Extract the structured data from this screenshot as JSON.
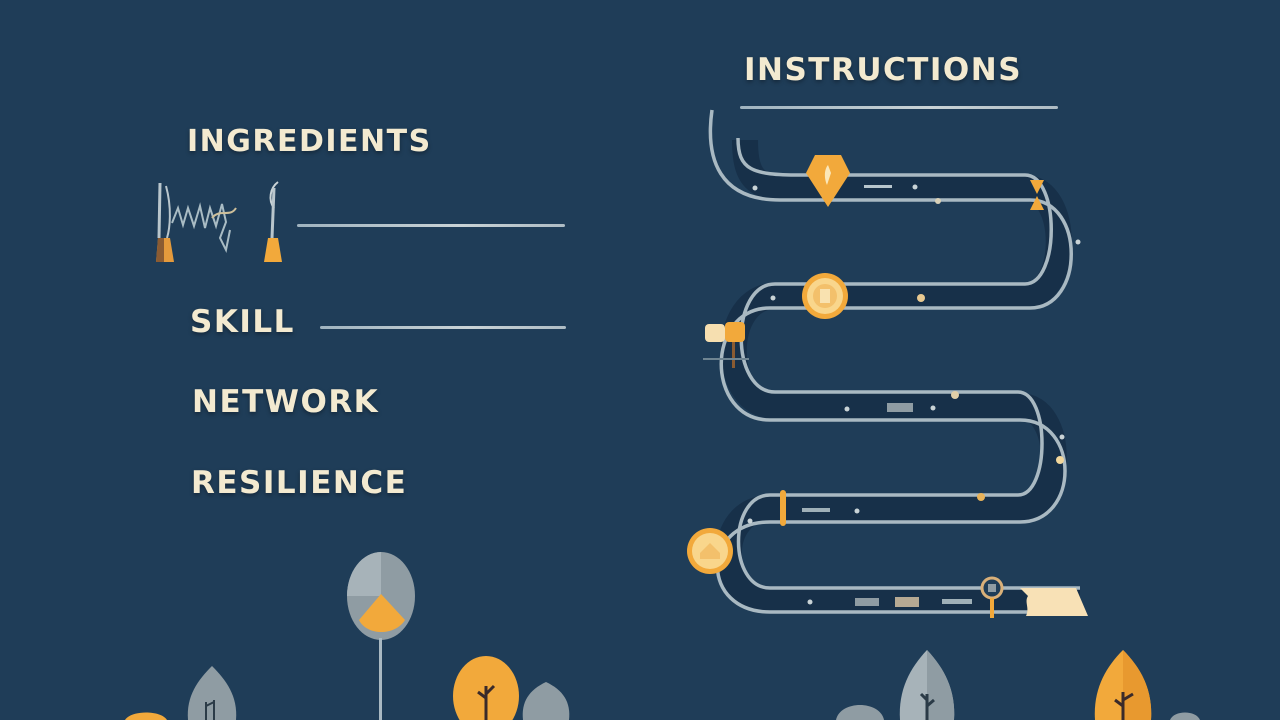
{
  "left_panel": {
    "items": [
      {
        "label": "INGREDIENTS"
      },
      {
        "label": "SKILL"
      },
      {
        "label": "NETWORK"
      },
      {
        "label": "RESILIENCE"
      }
    ]
  },
  "right_panel": {
    "title": "INSTRUCTIONS"
  },
  "colors": {
    "background": "#1f3d58",
    "text": "#f3ead0",
    "accent_orange": "#f2a93b",
    "path_gray": "#a9b9c2",
    "leaf_gray": "#8f9ca3",
    "cream": "#f6dfb0"
  }
}
